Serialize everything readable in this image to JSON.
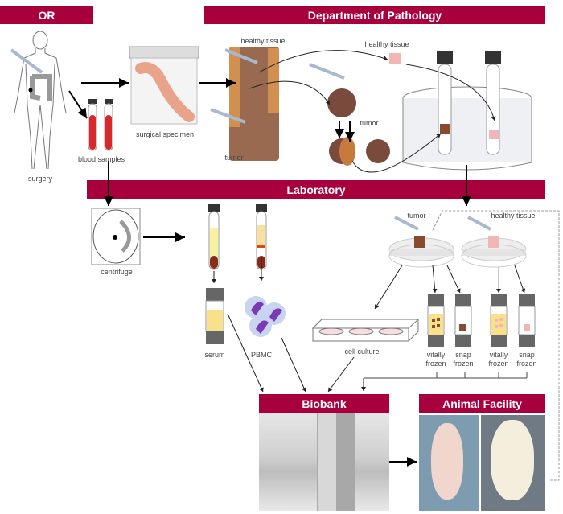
{
  "sections": {
    "or": "OR",
    "pathology": "Department of Pathology",
    "laboratory": "Laboratory",
    "biobank": "Biobank",
    "animal_facility": "Animal Facility"
  },
  "labels": {
    "surgery": "surgery",
    "blood_samples": "blood samples",
    "surgical_specimen": "surgical specimen",
    "healthy_tissue_1": "healthy tissue",
    "tumor_1": "tumor",
    "healthy_tissue_2": "healthy tissue",
    "tumor_2": "tumor",
    "centrifuge": "centrifuge",
    "serum": "serum",
    "pbmc": "PBMC",
    "tumor_3": "tumor",
    "healthy_tissue_3": "healthy tissue",
    "cell_culture": "cell culture",
    "vitally_frozen_1": "vitally frozen",
    "snap_frozen_1": "snap frozen",
    "vitally_frozen_2": "vitally frozen",
    "snap_frozen_2": "snap frozen"
  },
  "colors": {
    "section_bar": "#a8003c",
    "blood": "#d8282c",
    "tumor": "#7a4a3c",
    "healthy": "#f2b7b4",
    "serum": "#f9e08a"
  }
}
